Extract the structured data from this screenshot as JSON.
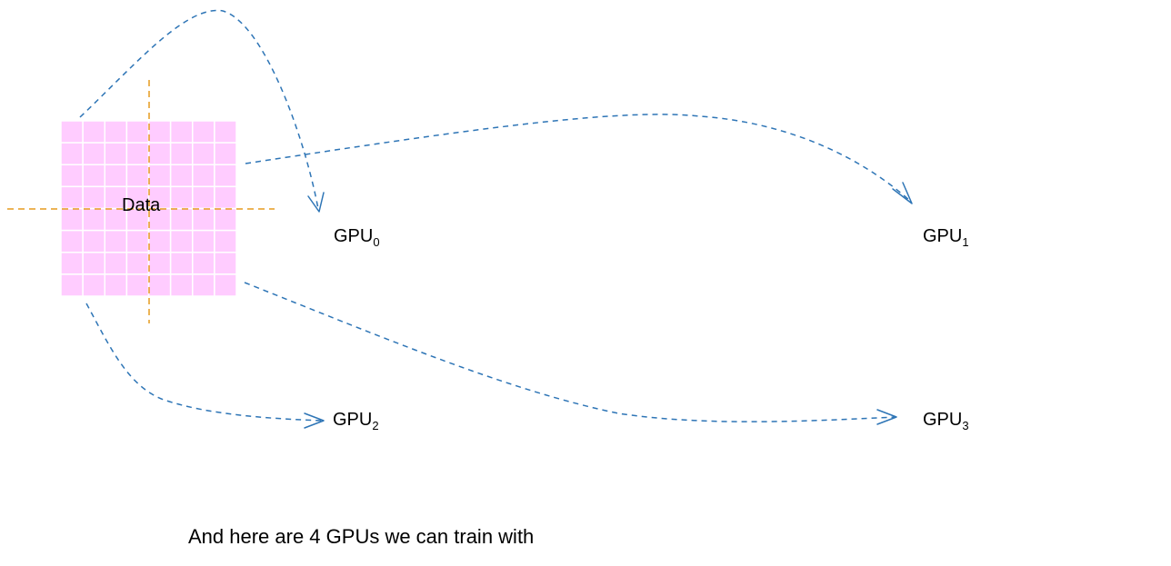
{
  "diagram": {
    "data_block": {
      "label": "Data",
      "grid": {
        "rows": 8,
        "cols": 8
      },
      "fill_color": "#ffccff",
      "divider_color": "#e69b1e"
    },
    "gpus": [
      {
        "name": "GPU",
        "index": "0"
      },
      {
        "name": "GPU",
        "index": "1"
      },
      {
        "name": "GPU",
        "index": "2"
      },
      {
        "name": "GPU",
        "index": "3"
      }
    ],
    "arrow_color": "#2e75b6"
  },
  "caption": "And here are 4 GPUs we can train with"
}
